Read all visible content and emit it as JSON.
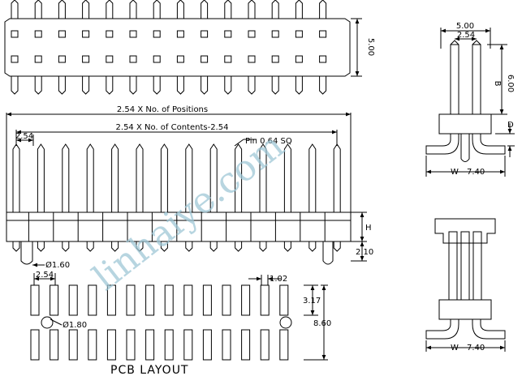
{
  "diagram": {
    "top_view": {
      "positions_count": 14,
      "height_label": "5.00"
    },
    "front_view": {
      "total_label": "2.54 X No. of Positions",
      "contents_label": "2.54 X No. of Contents-2.54",
      "pitch_label": "2.54",
      "pin_label": "Pin 0.64 SQ",
      "h_label": "H",
      "tail_label": "2.10",
      "hole_label": "Ø1.60",
      "pins_count": 14
    },
    "side_view": {
      "width_label": "5.00",
      "pitch_label": "2.54",
      "b_label": "B",
      "b_value": "6.00",
      "d_label": "D",
      "w_label": "W",
      "w_value": "7.40"
    },
    "side_view_2": {
      "w_label": "W",
      "w_value": "7.40"
    },
    "pcb_layout": {
      "title": "PCB LAYOUT",
      "pitch_label": "2.54",
      "pad_width_label": "1.02",
      "pad_length_label": "3.17",
      "span_label": "8.60",
      "hole_label": "Ø1.80",
      "pads_per_row": 14
    },
    "watermark": "linhaiye.com"
  }
}
